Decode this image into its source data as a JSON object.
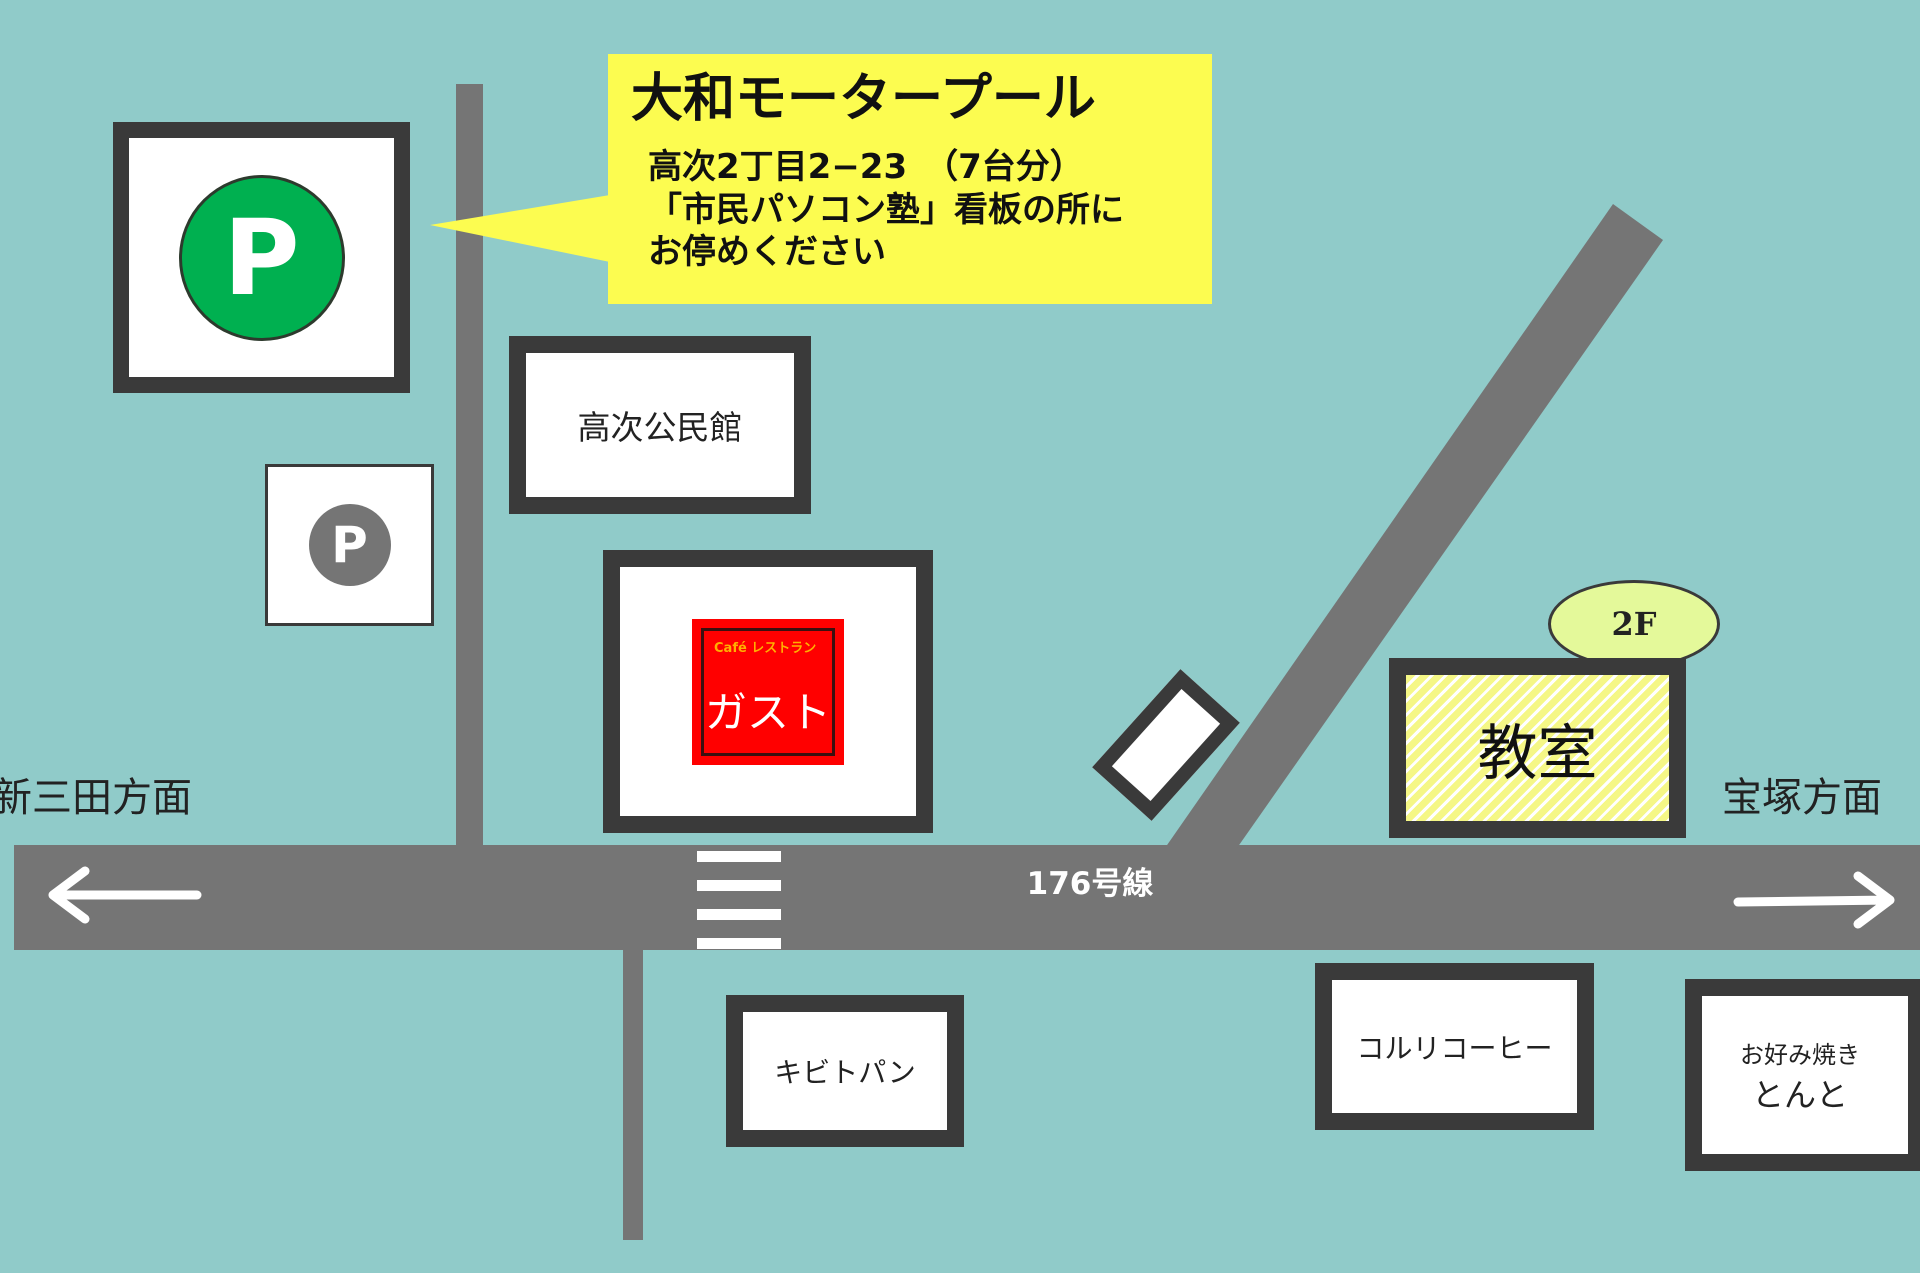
{
  "parking_main": {
    "symbol": "P",
    "name": "大和モータープール",
    "address": "高次2丁目2−23　（7台分）",
    "note1": "「市民パソコン塾」看板の所に",
    "note2": "お停めください"
  },
  "parking_small": {
    "symbol": "P"
  },
  "buildings": {
    "hall": "高次公民館",
    "gusto_tag": "Café レストラン",
    "gusto": "ガスト",
    "classroom": "教室",
    "floor": "2F",
    "kibito": "キビトパン",
    "koruri": "コルリコーヒー",
    "tonto_line1": "お好み焼き",
    "tonto_line2": "とんと"
  },
  "roads": {
    "route": "176号線"
  },
  "directions": {
    "west": "新三田方面",
    "east": "宝塚方面"
  },
  "colors": {
    "background": "#90CBC9",
    "road": "#757575",
    "parking_green": "#00B050",
    "parking_gray": "#757575",
    "callout_yellow": "#FCFC50",
    "gusto_red": "#FF0000",
    "classroom_yellow": "#F5F786",
    "floor_badge": "#E4F99A"
  }
}
